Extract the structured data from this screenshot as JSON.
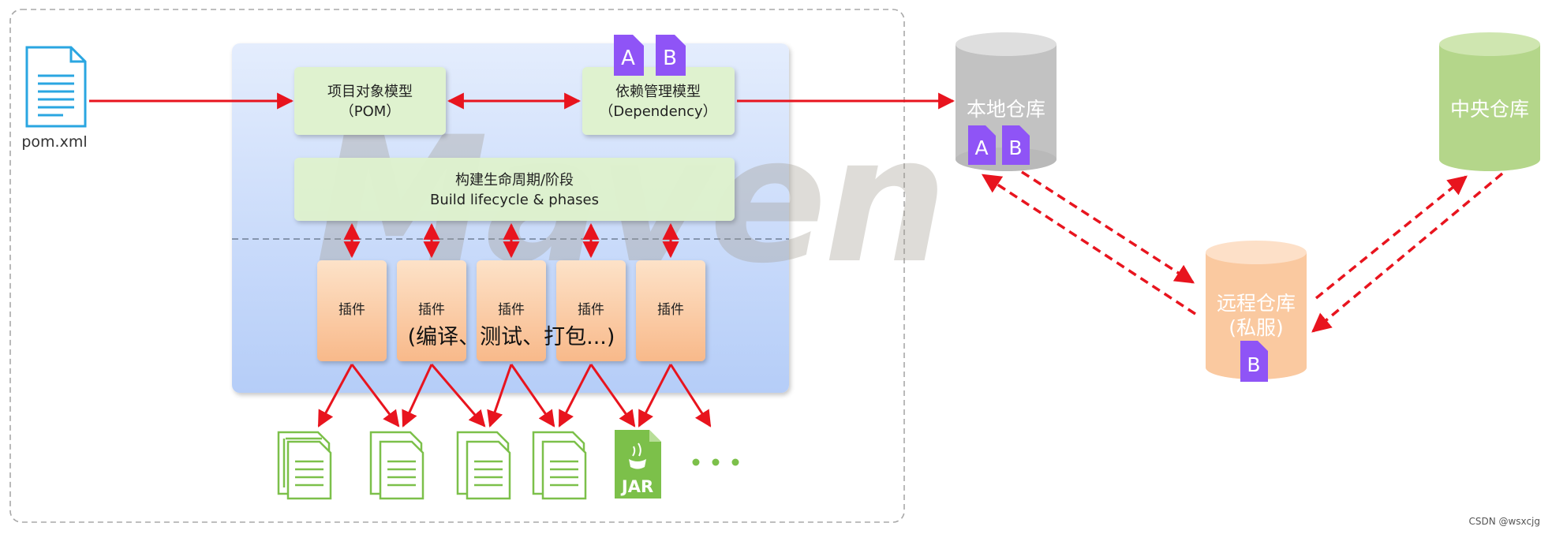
{
  "pom_file": {
    "label": "pom.xml"
  },
  "pom_model": {
    "line1": "项目对象模型",
    "line2": "（POM）"
  },
  "dependency_model": {
    "line1": "依赖管理模型",
    "line2": "（Dependency）"
  },
  "dependency_badges": [
    "A",
    "B"
  ],
  "lifecycle": {
    "line1": "构建生命周期/阶段",
    "line2": "Build lifecycle & phases"
  },
  "watermark": "Maven",
  "plugins": {
    "label": "插件",
    "count": 5,
    "note": "(编译、测试、打包...)"
  },
  "outputs": {
    "jar_label": "JAR"
  },
  "local_repo": {
    "label": "本地仓库",
    "badges": [
      "A",
      "B"
    ]
  },
  "central_repo": {
    "label": "中央仓库"
  },
  "remote_repo": {
    "line1": "远程仓库",
    "line2": "(私服)",
    "badges": [
      "B"
    ]
  },
  "credit": "CSDN @wsxcjg",
  "colors": {
    "arrow": "#e8141e",
    "green_box": "#dff2cf",
    "plugin_box": "#fac69a",
    "panel": "#c6d9fb",
    "badge": "#8f54f6",
    "local_repo": "#c2c2c2",
    "central_repo": "#b4d68a",
    "remote_repo": "#fac9a0",
    "file_blue": "#2aa6e1",
    "file_green": "#7cc04a"
  }
}
